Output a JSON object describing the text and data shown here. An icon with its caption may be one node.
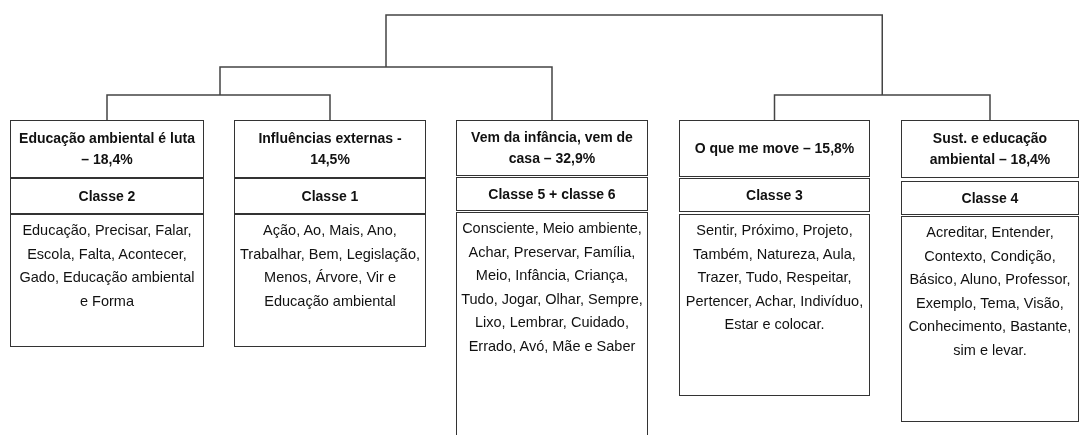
{
  "diagram": {
    "nodes": [
      {
        "text": [
          "Educação ambiental é luta – 18,4%",
          "Classe 2",
          "Educação, Precisar, Falar, Escola, Falta, Acontecer, Gado, Educação ambiental e Forma"
        ]
      },
      {
        "text": [
          "Influências externas -  14,5%",
          "Classe 1",
          "Ação, Ao, Mais, Ano, Trabalhar, Bem, Legislação, Menos, Árvore, Vir e Educação ambiental"
        ]
      },
      {
        "text": [
          "Vem da infância, vem de casa – 32,9%",
          "Classe 5 + classe 6",
          "Consciente, Meio ambiente, Achar, Preservar, Família, Meio, Infância, Criança, Tudo, Jogar, Olhar, Sempre, Lixo, Lembrar, Cuidado, Errado, Avó, Mãe e Saber"
        ]
      },
      {
        "text": [
          "O que me move – 15,8%",
          "Classe 3",
          "Sentir, Próximo, Projeto, Também, Natureza, Aula, Trazer, Tudo, Respeitar, Pertencer, Achar, Indivíduo, Estar e colocar."
        ]
      },
      {
        "text": [
          "Sust. e educação ambiental – 18,4%",
          "Classe 4",
          "Acreditar, Entender, Contexto, Condição, Básico, Aluno, Professor, Exemplo, Tema, Visão, Conhecimento, Bastante, sim e levar."
        ]
      }
    ]
  }
}
